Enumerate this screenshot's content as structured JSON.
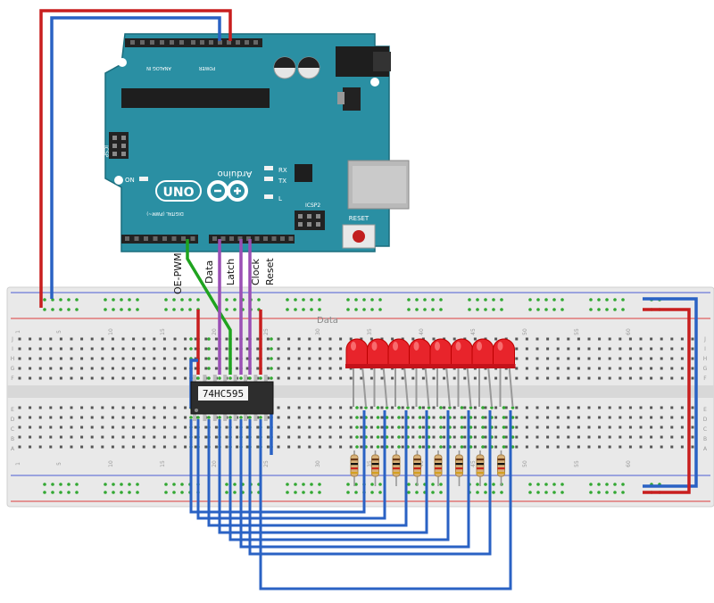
{
  "colors": {
    "board": "#2a8fa3",
    "board_edge": "#1b6d7d",
    "breadboard": "#e6e6e6",
    "rail_red": "#e05555",
    "rail_blue": "#5566cc",
    "wire_red": "#c81e1e",
    "wire_blue": "#2a62c4",
    "wire_green": "#1fa31f",
    "wire_purple": "#9a4fb5",
    "led": "#e8242b",
    "chip": "#2d2d2d",
    "hole_green": "#33a833"
  },
  "arduino": {
    "brand": "Arduino",
    "model": "UNO",
    "tx": "TX",
    "rx": "RX",
    "l": "L",
    "on": "ON",
    "icsp": "ICSP",
    "icsp2": "ICSP2",
    "reset": "RESET",
    "analog_in": "ANALOG IN",
    "power": "POWER",
    "digital": "DIGITAL (PWM~)"
  },
  "signals": {
    "oe_pwm": "OE-PWM",
    "data": "Data",
    "latch": "Latch",
    "clock": "Clock",
    "reset": "Reset"
  },
  "chip_label": "74HC595",
  "breadboard_label": "Data",
  "column_numbers": [
    "1",
    "5",
    "10",
    "15",
    "20",
    "25",
    "30",
    "35",
    "40",
    "45",
    "50",
    "55",
    "60"
  ],
  "row_letters_top": [
    "J",
    "I",
    "H",
    "G",
    "F"
  ],
  "row_letters_bottom": [
    "E",
    "D",
    "C",
    "B",
    "A"
  ],
  "led_count": 8,
  "resistor_count": 8
}
